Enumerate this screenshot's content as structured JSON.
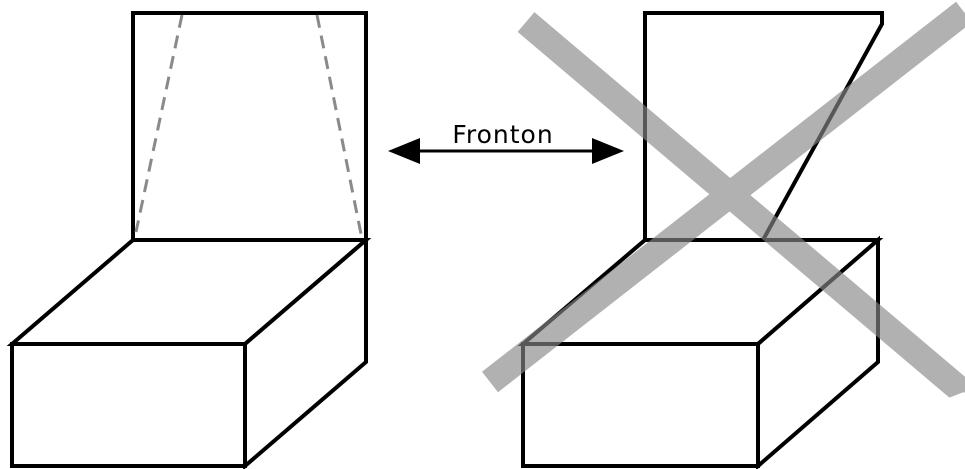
{
  "label": {
    "text": "Fronton"
  },
  "colors": {
    "outline": "#000000",
    "guide_dash": "#8a8a8a",
    "cross": "#9a9a9a",
    "background": "#ffffff"
  },
  "icons": {
    "arrow": "double-headed-arrow",
    "cross": "x-mark"
  }
}
